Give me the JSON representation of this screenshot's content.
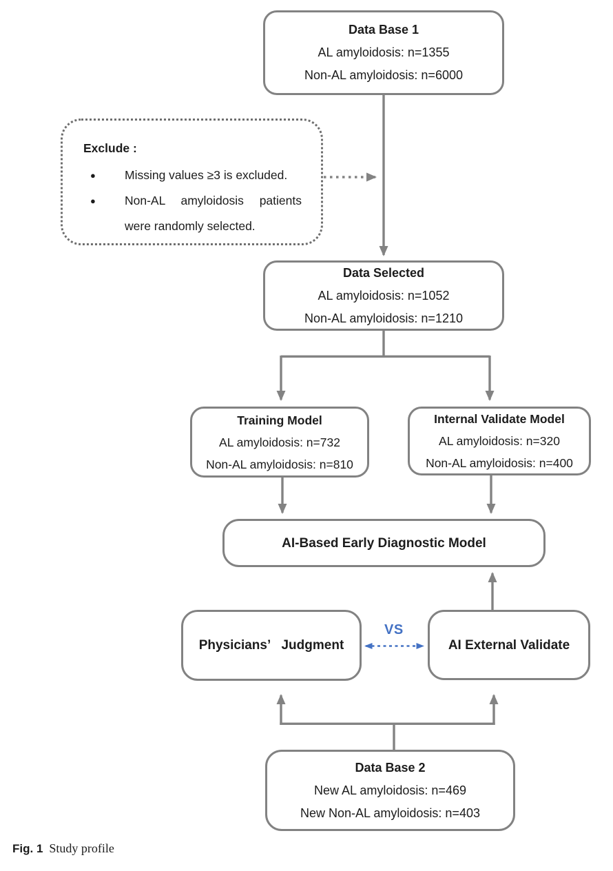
{
  "figure": {
    "caption": {
      "label": "Fig. 1",
      "text": "Study profile"
    }
  },
  "colors": {
    "box_border": "#828282",
    "arrow_gray": "#838383",
    "accent_blue": "#4472c4",
    "text": "#1c1c1c"
  },
  "nodes": {
    "database1": {
      "title": "Data Base 1",
      "lines": [
        "AL amyloidosis: n=1355",
        "Non-AL amyloidosis: n=6000"
      ]
    },
    "exclude": {
      "title": "Exclude :",
      "bullets": [
        "Missing values ≥3 is excluded.",
        "Non-AL amyloidosis patients were randomly selected."
      ]
    },
    "data_selected": {
      "title": "Data Selected",
      "lines": [
        "AL amyloidosis: n=1052",
        "Non-AL amyloidosis: n=1210"
      ]
    },
    "training_model": {
      "title": "Training Model",
      "lines": [
        "AL amyloidosis: n=732",
        "Non-AL amyloidosis: n=810"
      ]
    },
    "internal_validate_model": {
      "title": "Internal Validate Model",
      "lines": [
        "AL amyloidosis: n=320",
        "Non-AL amyloidosis: n=400"
      ]
    },
    "ai_model": {
      "title": "AI-Based Early Diagnostic Model"
    },
    "physicians_judgment": {
      "title": "Physicians’ Judgment"
    },
    "ai_external_validate": {
      "title": "AI External Validate"
    },
    "database2": {
      "title": "Data Base 2",
      "lines": [
        "New AL amyloidosis: n=469",
        "New Non-AL amyloidosis: n=403"
      ]
    }
  },
  "labels": {
    "vs": "VS",
    "bullet_glyph": "●"
  }
}
